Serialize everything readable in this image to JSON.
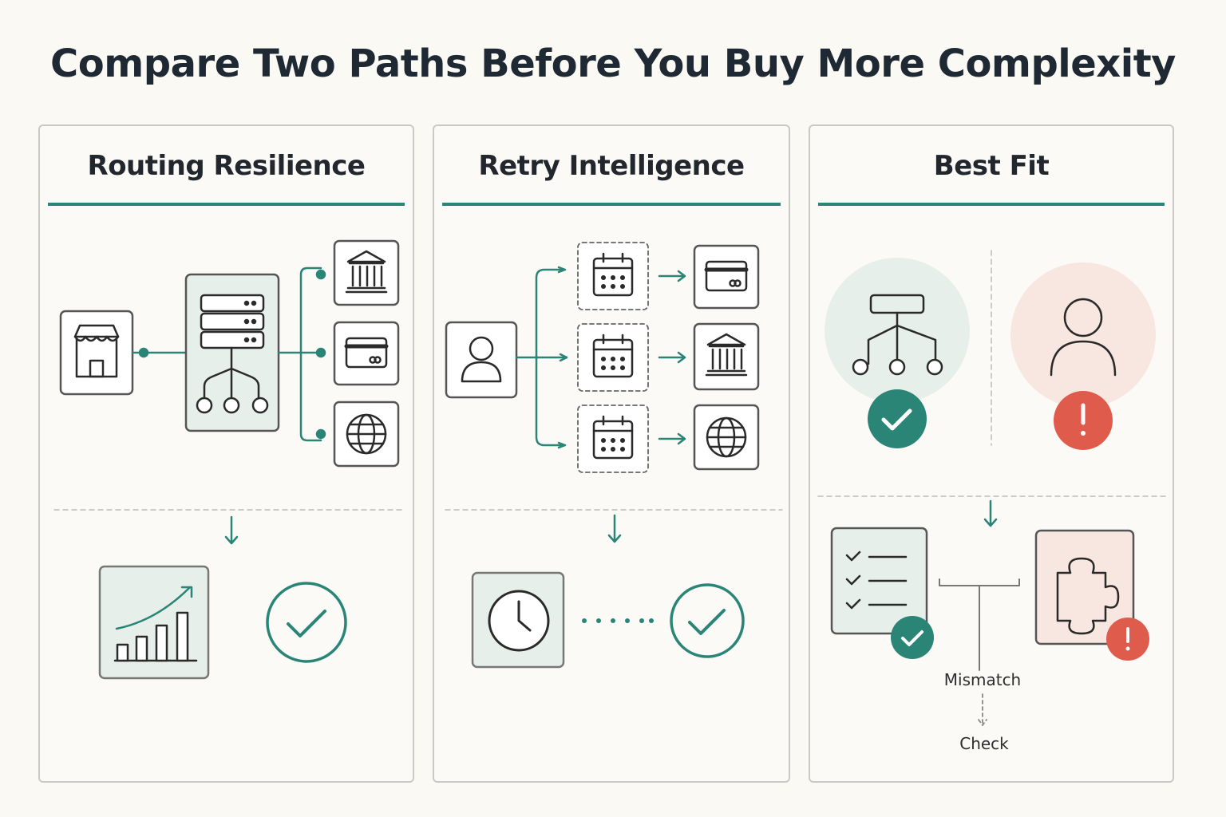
{
  "title": "Compare Two Paths Before You Buy More Complexity",
  "colors": {
    "accent": "#2a8577",
    "alert": "#df5b4c",
    "mint_fill": "#e6efe9",
    "rose_fill": "#f8e6e1",
    "stroke": "#2a2a2a",
    "background": "#fbf9f4"
  },
  "panels": [
    {
      "title": "Routing Resilience",
      "icons": [
        "storefront-icon",
        "server-stack-icon",
        "bank-icon",
        "credit-card-icon",
        "globe-icon",
        "growth-chart-icon",
        "check-circle-icon"
      ]
    },
    {
      "title": "Retry Intelligence",
      "icons": [
        "user-icon",
        "calendar-icon",
        "credit-card-icon",
        "bank-icon",
        "globe-icon",
        "clock-icon",
        "check-circle-icon"
      ]
    },
    {
      "title": "Best Fit",
      "icons": [
        "hierarchy-icon",
        "check-badge-icon",
        "user-icon",
        "alert-badge-icon",
        "checklist-icon",
        "puzzle-icon"
      ],
      "labels": {
        "mismatch": "Mismatch",
        "check": "Check"
      }
    }
  ]
}
